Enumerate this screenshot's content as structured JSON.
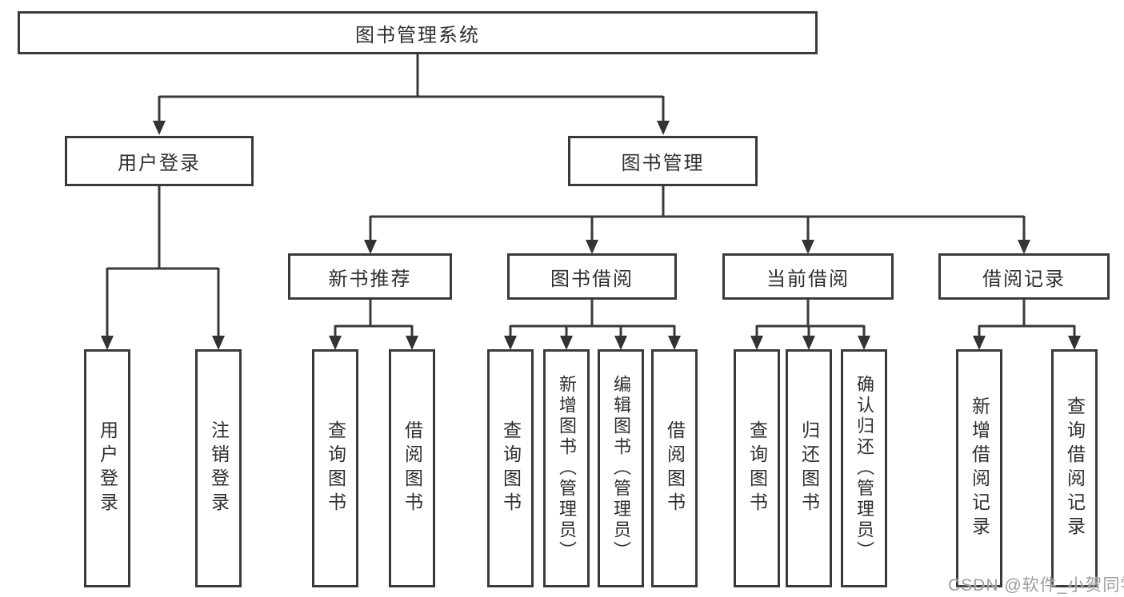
{
  "diagram": {
    "root": {
      "label": "图书管理系统",
      "children": [
        {
          "label": "用户登录",
          "children": [
            {
              "label": "用户登录"
            },
            {
              "label": "注销登录"
            }
          ]
        },
        {
          "label": "图书管理",
          "children": [
            {
              "label": "新书推荐",
              "children": [
                {
                  "label": "查询图书"
                },
                {
                  "label": "借阅图书"
                }
              ]
            },
            {
              "label": "图书借阅",
              "children": [
                {
                  "label": "查询图书"
                },
                {
                  "label": "新增图书（管理员）"
                },
                {
                  "label": "编辑图书（管理员）"
                },
                {
                  "label": "借阅图书"
                }
              ]
            },
            {
              "label": "当前借阅",
              "children": [
                {
                  "label": "查询图书"
                },
                {
                  "label": "归还图书"
                },
                {
                  "label": "确认归还（管理员）"
                }
              ]
            },
            {
              "label": "借阅记录",
              "children": [
                {
                  "label": "新增借阅记录"
                },
                {
                  "label": "查询借阅记录"
                }
              ]
            }
          ]
        }
      ]
    }
  },
  "watermark": "CSDN @软件_小贺同学"
}
